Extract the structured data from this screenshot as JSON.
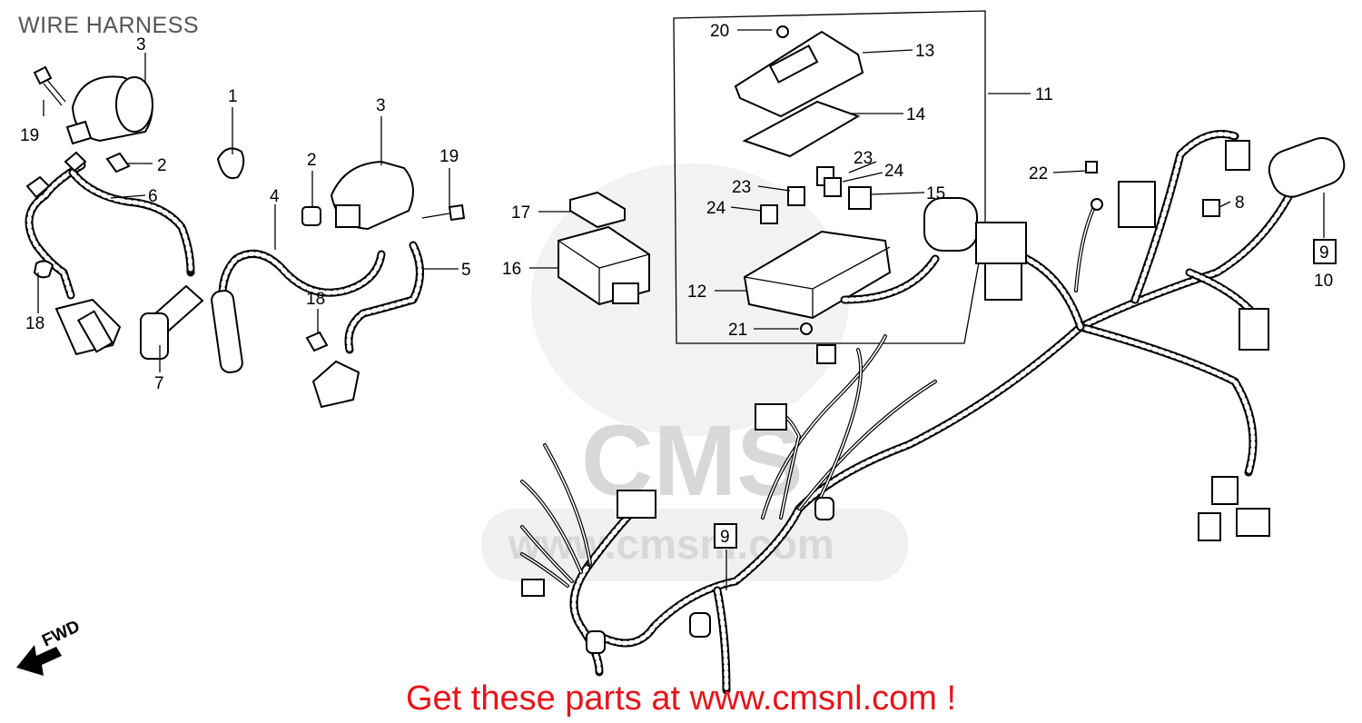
{
  "title": "WIRE HARNESS",
  "watermark": {
    "brand": "CMS",
    "url": "www.cmsnl.com"
  },
  "fwd_label": "FWD",
  "promo": "Get these parts at www.cmsnl.com !",
  "colors": {
    "promo": "#e8141b",
    "ink": "#000000",
    "watermark": "#e0e0e0"
  },
  "callouts": {
    "c1": "1",
    "c2a": "2",
    "c2b": "2",
    "c3a": "3",
    "c3b": "3",
    "c4": "4",
    "c5": "5",
    "c6": "6",
    "c7": "7",
    "c8": "8",
    "c9a": "9",
    "c9b": "9",
    "c10": "10",
    "c11": "11",
    "c12": "12",
    "c13": "13",
    "c14": "14",
    "c15": "15",
    "c16": "16",
    "c17": "17",
    "c18a": "18",
    "c18b": "18",
    "c19a": "19",
    "c19b": "19",
    "c20": "20",
    "c21": "21",
    "c22": "22",
    "c23a": "23",
    "c23b": "23",
    "c24a": "24",
    "c24b": "24"
  }
}
